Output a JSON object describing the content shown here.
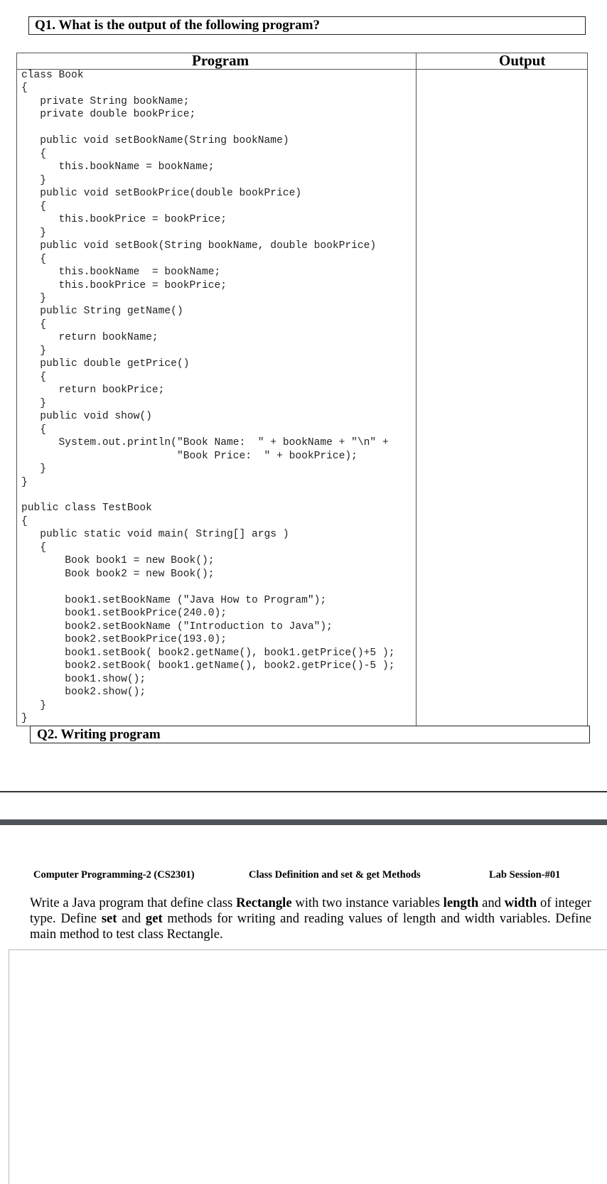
{
  "q1": {
    "title": "Q1. What is the output of the following program?"
  },
  "table": {
    "program_header": "Program",
    "output_header": "Output"
  },
  "code_lines": [
    "class Book",
    "{",
    "   private String bookName;",
    "   private double bookPrice;",
    "",
    "   public void setBookName(String bookName)",
    "   {",
    "      this.bookName = bookName;",
    "   }",
    "   public void setBookPrice(double bookPrice)",
    "   {",
    "      this.bookPrice = bookPrice;",
    "   }",
    "   public void setBook(String bookName, double bookPrice)",
    "   {",
    "      this.bookName  = bookName;",
    "      this.bookPrice = bookPrice;",
    "   }",
    "   public String getName()",
    "   {",
    "      return bookName;",
    "   }",
    "   public double getPrice()",
    "   {",
    "      return bookPrice;",
    "   }",
    "   public void show()",
    "   {",
    "      System.out.println(\"Book Name:  \" + bookName + \"\\n\" +",
    "                         \"Book Price:  \" + bookPrice);",
    "   }",
    "}",
    "",
    "public class TestBook",
    "{",
    "   public static void main( String[] args )",
    "   {",
    "       Book book1 = new Book();",
    "       Book book2 = new Book();",
    "",
    "       book1.setBookName (\"Java How to Program\");",
    "       book1.setBookPrice(240.0);",
    "       book2.setBookName (\"Introduction to Java\");",
    "       book2.setBookPrice(193.0);",
    "       book1.setBook( book2.getName(), book1.getPrice()+5 );",
    "       book2.setBook( book1.getName(), book2.getPrice()-5 );",
    "       book1.show();",
    "       book2.show();",
    "   }",
    "}"
  ],
  "q2": {
    "title": "Q2. Writing program",
    "description_parts": {
      "p1": "Write a Java program that define class ",
      "b1": "Rectangle",
      "p2": " with two instance variables ",
      "b2": "length",
      "p3": " and ",
      "b3": "width",
      "p4": " of integer type. Define ",
      "b4": "set",
      "p5": " and ",
      "b5": "get",
      "p6": " methods for writing and reading values of length and width variables. Define main method to test class Rectangle."
    }
  },
  "footer": {
    "course": "Computer Programming-2 (CS2301)",
    "topic": "Class Definition and set & get Methods",
    "session": "Lab Session-#01"
  }
}
